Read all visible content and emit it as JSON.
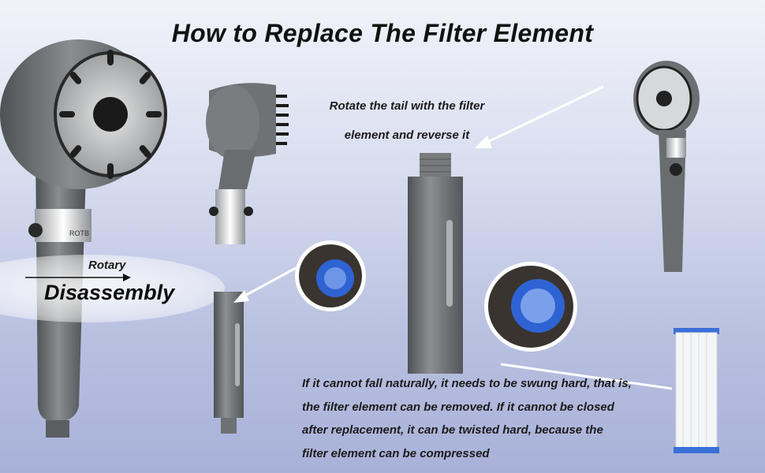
{
  "title": "How to Replace The Filter Element",
  "labels": {
    "rotary": "Rotary",
    "disassembly": "Disassembly",
    "rotate_line1": "Rotate the tail with the filter",
    "rotate_line2": "element and reverse it",
    "handle_text": "ROTB"
  },
  "note_lines": [
    "If it cannot fall naturally, it needs to be swung hard, that is,",
    "the filter element can be removed. If it cannot be closed",
    "after replacement, it can be twisted hard, because the",
    "filter element can be compressed"
  ],
  "colors": {
    "metal": "#6d7073",
    "nozzle": "#1c1c1c",
    "chrome": "#d9dcdf",
    "filter_blue": "#2f63d3",
    "cartridge_cap": "#3a6fd8"
  }
}
